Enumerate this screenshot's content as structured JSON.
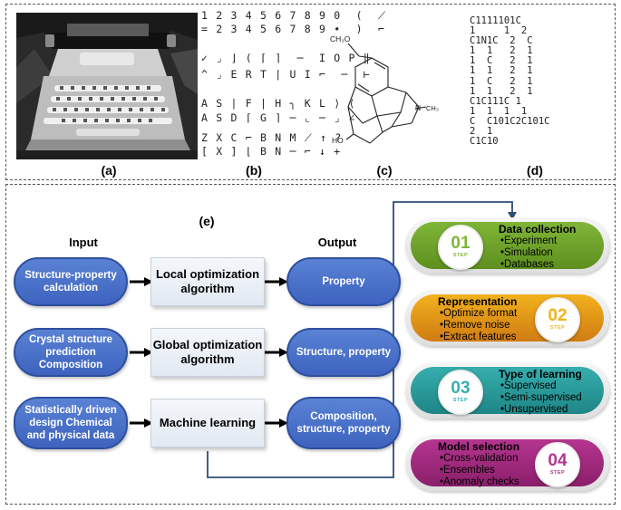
{
  "labels": {
    "a": "(a)",
    "b": "(b)",
    "c": "(c)",
    "d": "(d)",
    "e": "(e)"
  },
  "keyboard_rows": [
    "1 2 3 4 5 6 7 8 9 0  (  ⟋",
    "= 2 3 4 5 6 7 8 9 •  )  ⌐",
    "✓ ⌟ ⌋ ( ⌈ ⌉  ─  I O P ‖",
    "^ ⌟ E R T | U I ⌐  ─  ⊢",
    "A S | F | H ╮ K L ⟩ ⟨",
    "A S D ⌈ G ⌉ ─ ⌞ ─ ⌟ ∠",
    "Z X C ⌐ B N M ⟋ ↑ ?",
    "[ X ] ⌊ B N ─ ⌐ ↓ +"
  ],
  "molecule": {
    "methoxy_label": "CH₃O",
    "hydroxy_label": "HO",
    "nitrogen_label": "N",
    "methyl_label": "CH₃"
  },
  "connection_table": [
    "C1111101C",
    "1     1  2",
    "C1N1C  2  C",
    "1  1   2  1",
    "1  C   2  1",
    "1  1   2  1",
    "1  C   2  1",
    "1  1   2  1",
    "C1C111C 1",
    "1  1  1  1",
    "C  C101C2C101C",
    "2  1",
    "C1C10"
  ],
  "flow": {
    "input_header": "Input",
    "output_header": "Output",
    "rows": [
      {
        "input": "Structure-property calculation",
        "method": "Local optimization algorithm",
        "output": "Property"
      },
      {
        "input": "Crystal structure prediction Composition",
        "method": "Global optimization algorithm",
        "output": "Structure, property"
      },
      {
        "input": "Statistically driven design Chemical and physical data",
        "method": "Machine learning",
        "output": "Composition, structure, property"
      }
    ]
  },
  "steps": [
    {
      "number": "01",
      "step_word": "STEP",
      "title": "Data collection",
      "items": [
        "•Experiment",
        "•Simulation",
        "•Databases"
      ],
      "color": "#7fb637",
      "edge_color": "#5e8f1f"
    },
    {
      "number": "02",
      "step_word": "STEP",
      "title": "Representation",
      "items": [
        "•Optimize format",
        "•Remove noise",
        "•Extract features"
      ],
      "color": "#f2b21e",
      "edge_color": "#d07b12"
    },
    {
      "number": "03",
      "step_word": "STEP",
      "title": "Type of learning",
      "items": [
        "•Supervised",
        "•Semi-supervised",
        "•Unsupervised"
      ],
      "color": "#36aeae",
      "edge_color": "#1f8585"
    },
    {
      "number": "04",
      "step_word": "STEP",
      "title": "Model selection",
      "items": [
        "•Cross-validation",
        "•Ensembles",
        "•Anomaly checks"
      ],
      "color": "#b5358f",
      "edge_color": "#8a1f6b"
    }
  ],
  "colors": {
    "input_pill": "#4a70c8",
    "connector": "#2e4c7a"
  }
}
